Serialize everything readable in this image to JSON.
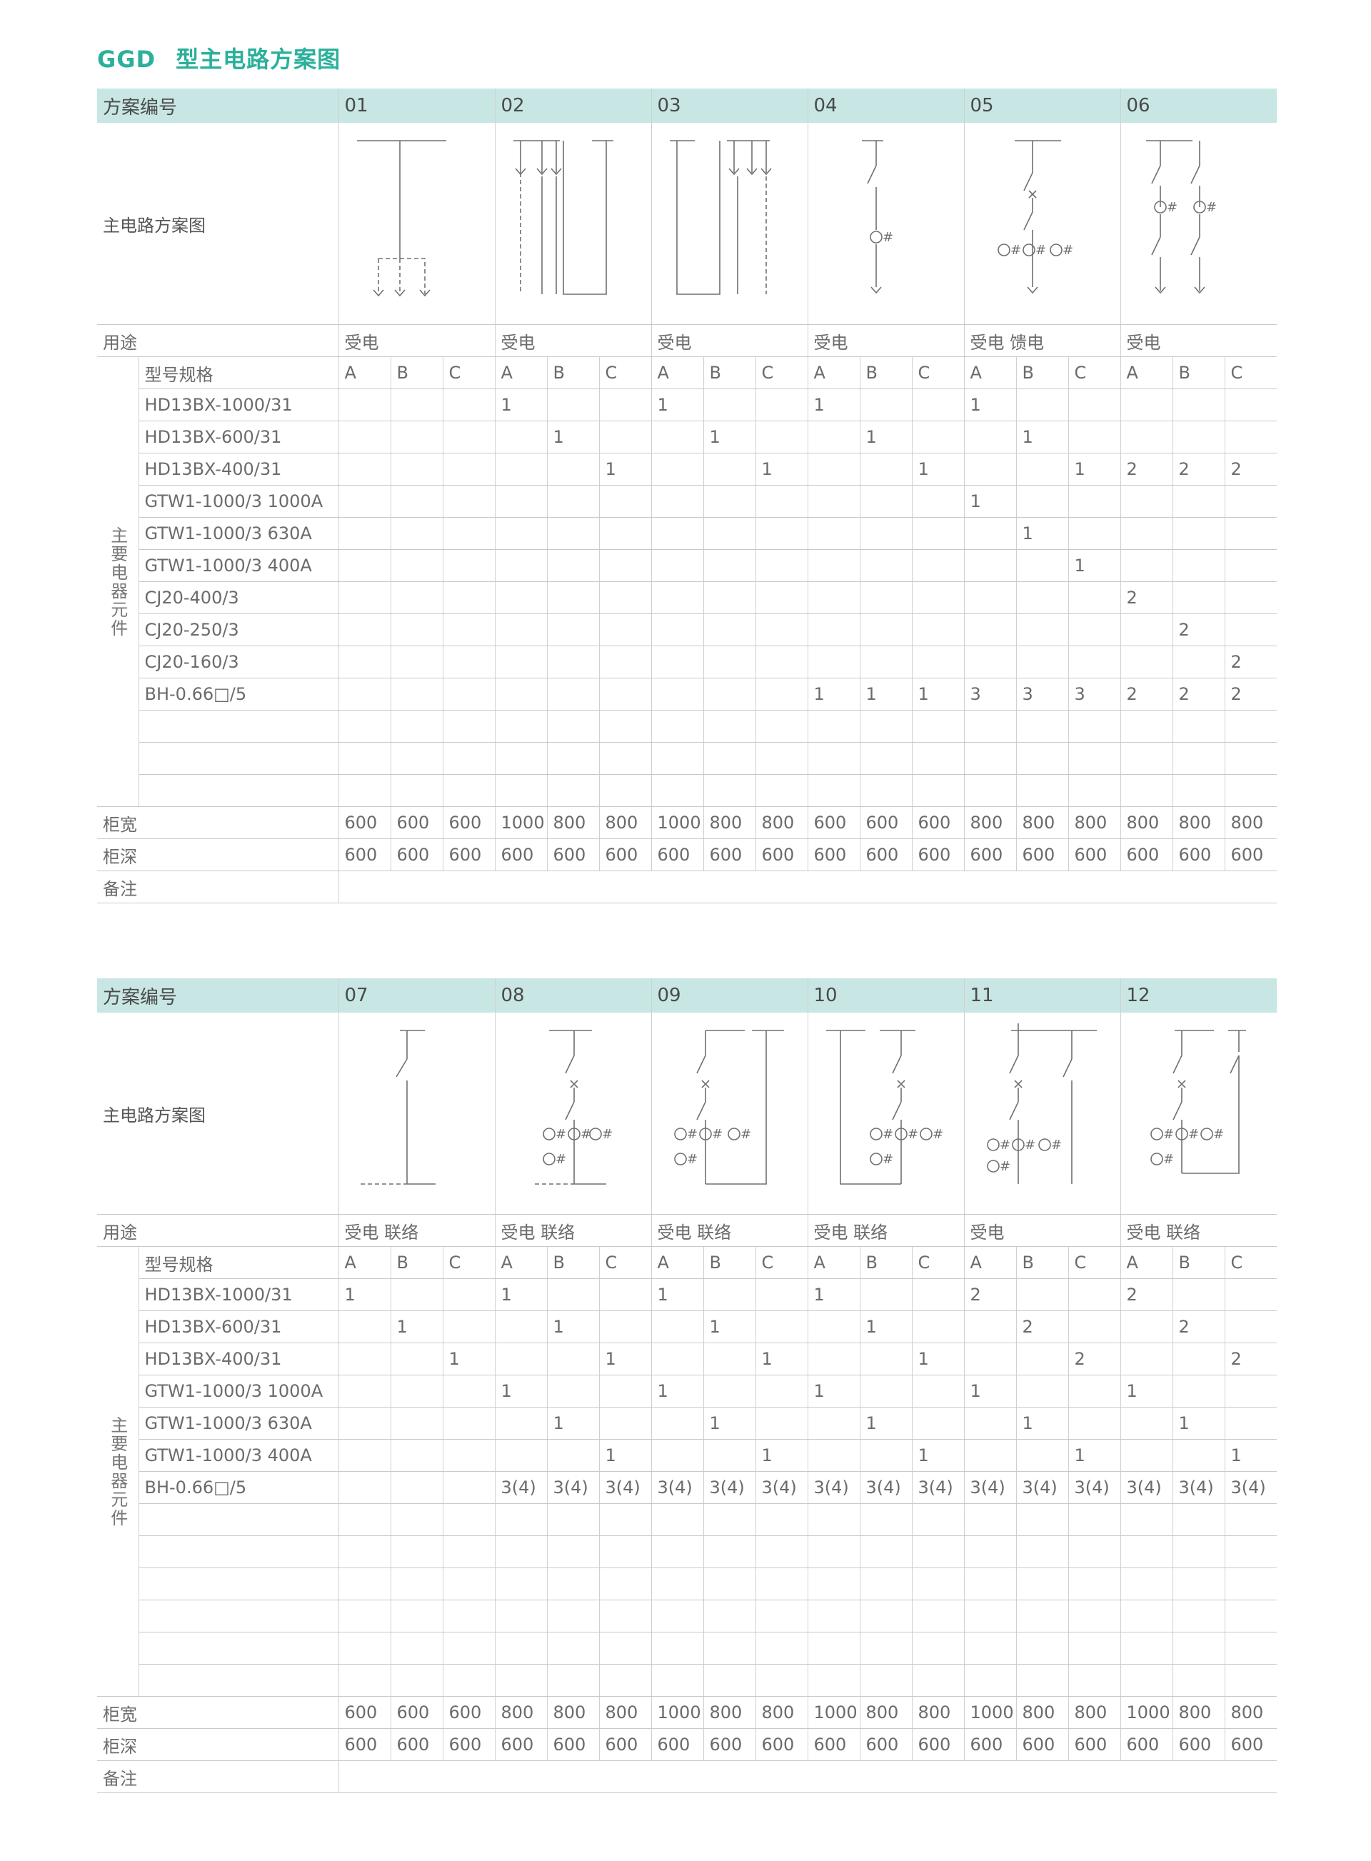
{
  "title": {
    "code": "GGD",
    "name": "型主电路方案图"
  },
  "sections": [
    {
      "labels": {
        "scheme_no": "方案编号",
        "diagram": "主电路方案图",
        "usage": "用途",
        "vertical": "主要电器元件",
        "model_spec": "型号规格",
        "width": "柜宽",
        "depth": "柜深",
        "remark": "备注"
      },
      "schemes": [
        {
          "no": "01",
          "usage": "受电"
        },
        {
          "no": "02",
          "usage": "受电"
        },
        {
          "no": "03",
          "usage": "受电"
        },
        {
          "no": "04",
          "usage": "受电"
        },
        {
          "no": "05",
          "usage": "受电 馈电"
        },
        {
          "no": "06",
          "usage": "受电"
        }
      ],
      "subcols": [
        "A",
        "B",
        "C"
      ],
      "rows": [
        {
          "model": "HD13BX-1000/31",
          "values": [
            "",
            "",
            "",
            "1",
            "",
            "",
            "1",
            "",
            "",
            "1",
            "",
            "",
            "1",
            "",
            "",
            "",
            "",
            ""
          ]
        },
        {
          "model": "HD13BX-600/31",
          "values": [
            "",
            "",
            "",
            "",
            "1",
            "",
            "",
            "1",
            "",
            "",
            "1",
            "",
            "",
            "1",
            "",
            "",
            "",
            ""
          ]
        },
        {
          "model": "HD13BX-400/31",
          "values": [
            "",
            "",
            "",
            "",
            "",
            "1",
            "",
            "",
            "1",
            "",
            "",
            "1",
            "",
            "",
            "1",
            "2",
            "2",
            "2"
          ]
        },
        {
          "model": "GTW1-1000/3 1000A",
          "values": [
            "",
            "",
            "",
            "",
            "",
            "",
            "",
            "",
            "",
            "",
            "",
            "",
            "1",
            "",
            "",
            "",
            "",
            ""
          ]
        },
        {
          "model": "GTW1-1000/3  630A",
          "values": [
            "",
            "",
            "",
            "",
            "",
            "",
            "",
            "",
            "",
            "",
            "",
            "",
            "",
            "1",
            "",
            "",
            "",
            ""
          ]
        },
        {
          "model": "GTW1-1000/3  400A",
          "values": [
            "",
            "",
            "",
            "",
            "",
            "",
            "",
            "",
            "",
            "",
            "",
            "",
            "",
            "",
            "1",
            "",
            "",
            ""
          ]
        },
        {
          "model": "CJ20-400/3",
          "values": [
            "",
            "",
            "",
            "",
            "",
            "",
            "",
            "",
            "",
            "",
            "",
            "",
            "",
            "",
            "",
            "2",
            "",
            ""
          ]
        },
        {
          "model": "CJ20-250/3",
          "values": [
            "",
            "",
            "",
            "",
            "",
            "",
            "",
            "",
            "",
            "",
            "",
            "",
            "",
            "",
            "",
            "",
            "2",
            ""
          ]
        },
        {
          "model": "CJ20-160/3",
          "values": [
            "",
            "",
            "",
            "",
            "",
            "",
            "",
            "",
            "",
            "",
            "",
            "",
            "",
            "",
            "",
            "",
            "",
            "2"
          ]
        },
        {
          "model": "BH-0.66□/5",
          "values": [
            "",
            "",
            "",
            "",
            "",
            "",
            "",
            "",
            "",
            "1",
            "1",
            "1",
            "3",
            "3",
            "3",
            "2",
            "2",
            "2"
          ]
        },
        {
          "model": "",
          "values": [
            "",
            "",
            "",
            "",
            "",
            "",
            "",
            "",
            "",
            "",
            "",
            "",
            "",
            "",
            "",
            "",
            "",
            ""
          ]
        },
        {
          "model": "",
          "values": [
            "",
            "",
            "",
            "",
            "",
            "",
            "",
            "",
            "",
            "",
            "",
            "",
            "",
            "",
            "",
            "",
            "",
            ""
          ]
        },
        {
          "model": "",
          "values": [
            "",
            "",
            "",
            "",
            "",
            "",
            "",
            "",
            "",
            "",
            "",
            "",
            "",
            "",
            "",
            "",
            "",
            ""
          ]
        }
      ],
      "widths": [
        "600",
        "600",
        "600",
        "1000",
        "800",
        "800",
        "1000",
        "800",
        "800",
        "600",
        "600",
        "600",
        "800",
        "800",
        "800",
        "800",
        "800",
        "800"
      ],
      "depths": [
        "600",
        "600",
        "600",
        "600",
        "600",
        "600",
        "600",
        "600",
        "600",
        "600",
        "600",
        "600",
        "600",
        "600",
        "600",
        "600",
        "600",
        "600"
      ]
    },
    {
      "labels": {
        "scheme_no": "方案编号",
        "diagram": "主电路方案图",
        "usage": "用途",
        "vertical": "主要电器元件",
        "model_spec": "型号规格",
        "width": "柜宽",
        "depth": "柜深",
        "remark": "备注"
      },
      "schemes": [
        {
          "no": "07",
          "usage": "受电 联络"
        },
        {
          "no": "08",
          "usage": "受电 联络"
        },
        {
          "no": "09",
          "usage": "受电 联络"
        },
        {
          "no": "10",
          "usage": "受电 联络"
        },
        {
          "no": "11",
          "usage": "受电"
        },
        {
          "no": "12",
          "usage": "受电 联络"
        }
      ],
      "subcols": [
        "A",
        "B",
        "C"
      ],
      "rows": [
        {
          "model": "HD13BX-1000/31",
          "values": [
            "1",
            "",
            "",
            "1",
            "",
            "",
            "1",
            "",
            "",
            "1",
            "",
            "",
            "2",
            "",
            "",
            "2",
            "",
            ""
          ]
        },
        {
          "model": "HD13BX-600/31",
          "values": [
            "",
            "1",
            "",
            "",
            "1",
            "",
            "",
            "1",
            "",
            "",
            "1",
            "",
            "",
            "2",
            "",
            "",
            "2",
            ""
          ]
        },
        {
          "model": "HD13BX-400/31",
          "values": [
            "",
            "",
            "1",
            "",
            "",
            "1",
            "",
            "",
            "1",
            "",
            "",
            "1",
            "",
            "",
            "2",
            "",
            "",
            "2"
          ]
        },
        {
          "model": "GTW1-1000/3 1000A",
          "values": [
            "",
            "",
            "",
            "1",
            "",
            "",
            "1",
            "",
            "",
            "1",
            "",
            "",
            "1",
            "",
            "",
            "1",
            "",
            ""
          ]
        },
        {
          "model": "GTW1-1000/3  630A",
          "values": [
            "",
            "",
            "",
            "",
            "1",
            "",
            "",
            "1",
            "",
            "",
            "1",
            "",
            "",
            "1",
            "",
            "",
            "1",
            ""
          ]
        },
        {
          "model": "GTW1-1000/3  400A",
          "values": [
            "",
            "",
            "",
            "",
            "",
            "1",
            "",
            "",
            "1",
            "",
            "",
            "1",
            "",
            "",
            "1",
            "",
            "",
            "1"
          ]
        },
        {
          "model": "BH-0.66□/5",
          "values": [
            "",
            "",
            "",
            "3(4)",
            "3(4)",
            "3(4)",
            "3(4)",
            "3(4)",
            "3(4)",
            "3(4)",
            "3(4)",
            "3(4)",
            "3(4)",
            "3(4)",
            "3(4)",
            "3(4)",
            "3(4)",
            "3(4)"
          ]
        },
        {
          "model": "",
          "values": [
            "",
            "",
            "",
            "",
            "",
            "",
            "",
            "",
            "",
            "",
            "",
            "",
            "",
            "",
            "",
            "",
            "",
            ""
          ]
        },
        {
          "model": "",
          "values": [
            "",
            "",
            "",
            "",
            "",
            "",
            "",
            "",
            "",
            "",
            "",
            "",
            "",
            "",
            "",
            "",
            "",
            ""
          ]
        },
        {
          "model": "",
          "values": [
            "",
            "",
            "",
            "",
            "",
            "",
            "",
            "",
            "",
            "",
            "",
            "",
            "",
            "",
            "",
            "",
            "",
            ""
          ]
        },
        {
          "model": "",
          "values": [
            "",
            "",
            "",
            "",
            "",
            "",
            "",
            "",
            "",
            "",
            "",
            "",
            "",
            "",
            "",
            "",
            "",
            ""
          ]
        },
        {
          "model": "",
          "values": [
            "",
            "",
            "",
            "",
            "",
            "",
            "",
            "",
            "",
            "",
            "",
            "",
            "",
            "",
            "",
            "",
            "",
            ""
          ]
        },
        {
          "model": "",
          "values": [
            "",
            "",
            "",
            "",
            "",
            "",
            "",
            "",
            "",
            "",
            "",
            "",
            "",
            "",
            "",
            "",
            "",
            ""
          ]
        }
      ],
      "widths": [
        "600",
        "600",
        "600",
        "800",
        "800",
        "800",
        "1000",
        "800",
        "800",
        "1000",
        "800",
        "800",
        "1000",
        "800",
        "800",
        "1000",
        "800",
        "800"
      ],
      "depths": [
        "600",
        "600",
        "600",
        "600",
        "600",
        "600",
        "600",
        "600",
        "600",
        "600",
        "600",
        "600",
        "600",
        "600",
        "600",
        "600",
        "600",
        "600"
      ]
    }
  ]
}
